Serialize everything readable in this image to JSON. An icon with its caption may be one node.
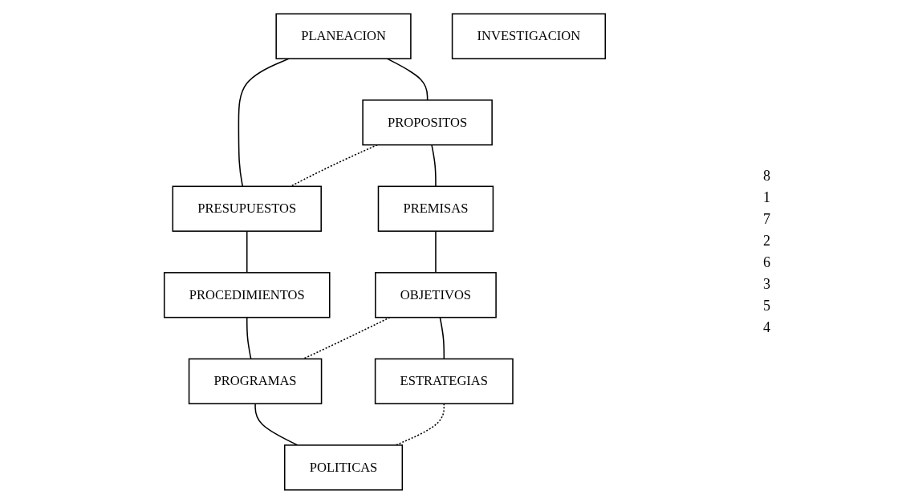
{
  "diagram": {
    "nodes": [
      {
        "text": [
          "PLANEACION"
        ]
      },
      {
        "text": [
          "PROPOSITOS"
        ]
      },
      {
        "text": [
          "PRESUPUESTOS"
        ]
      },
      {
        "text": [
          "PREMISAS"
        ]
      },
      {
        "text": [
          "INVESTIGACION"
        ]
      },
      {
        "text": [
          "PROCEDIMIENTOS"
        ]
      },
      {
        "text": [
          "OBJETIVOS"
        ]
      },
      {
        "text": [
          "PROGRAMAS"
        ]
      },
      {
        "text": [
          "ESTRATEGIAS"
        ]
      },
      {
        "text": [
          "POLITICAS"
        ]
      }
    ],
    "edges": [
      {
        "from": 0,
        "to": 1,
        "arrow": "none"
      },
      {
        "from": 0,
        "to": 2,
        "arrow": "none"
      },
      {
        "from": 1,
        "to": 2,
        "arrow": "none",
        "style": "dashed"
      },
      {
        "from": 1,
        "to": 3,
        "arrow": "none"
      },
      {
        "from": 2,
        "to": 5,
        "arrow": "none"
      },
      {
        "from": 3,
        "to": 6,
        "arrow": "none"
      },
      {
        "from": 5,
        "to": 7,
        "arrow": "none"
      },
      {
        "from": 6,
        "to": 7,
        "arrow": "none",
        "style": "dashed"
      },
      {
        "from": 6,
        "to": 8,
        "arrow": "none"
      },
      {
        "from": 7,
        "to": 9,
        "arrow": "none"
      },
      {
        "from": 8,
        "to": 9,
        "arrow": "none",
        "style": "dashed"
      }
    ],
    "labels": [
      "8",
      "1",
      "7",
      "2",
      "6",
      "3",
      "5",
      "4"
    ]
  }
}
